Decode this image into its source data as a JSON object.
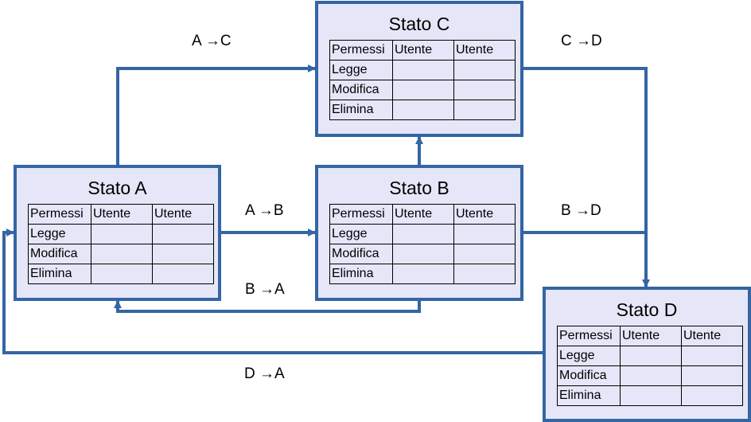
{
  "states": [
    {
      "id": "A",
      "title": "Stato A",
      "columns": [
        "Permessi",
        "Utente",
        "Utente"
      ],
      "rows": [
        [
          "Legge",
          "",
          ""
        ],
        [
          "Modifica",
          "",
          ""
        ],
        [
          "Elimina",
          "",
          ""
        ]
      ]
    },
    {
      "id": "B",
      "title": "Stato B",
      "columns": [
        "Permessi",
        "Utente",
        "Utente"
      ],
      "rows": [
        [
          "Legge",
          "",
          ""
        ],
        [
          "Modifica",
          "",
          ""
        ],
        [
          "Elimina",
          "",
          ""
        ]
      ]
    },
    {
      "id": "C",
      "title": "Stato C",
      "columns": [
        "Permessi",
        "Utente",
        "Utente"
      ],
      "rows": [
        [
          "Legge",
          "",
          ""
        ],
        [
          "Modifica",
          "",
          ""
        ],
        [
          "Elimina",
          "",
          ""
        ]
      ]
    },
    {
      "id": "D",
      "title": "Stato D",
      "columns": [
        "Permessi",
        "Utente",
        "Utente"
      ],
      "rows": [
        [
          "Legge",
          "",
          ""
        ],
        [
          "Modifica",
          "",
          ""
        ],
        [
          "Elimina",
          "",
          ""
        ]
      ]
    }
  ],
  "transitions": [
    {
      "from": "A",
      "to": "C",
      "label": "A →C"
    },
    {
      "from": "C",
      "to": "D",
      "label": "C →D"
    },
    {
      "from": "A",
      "to": "B",
      "label": "A →B"
    },
    {
      "from": "B",
      "to": "D",
      "label": "B →D"
    },
    {
      "from": "B",
      "to": "A",
      "label": "B →A"
    },
    {
      "from": "D",
      "to": "A",
      "label": "D →A"
    },
    {
      "from": "B",
      "to": "C",
      "label": ""
    }
  ],
  "colors": {
    "box_fill": "#e6e6f9",
    "border": "#3465a4",
    "edge": "#3465a4",
    "text": "#000000"
  }
}
